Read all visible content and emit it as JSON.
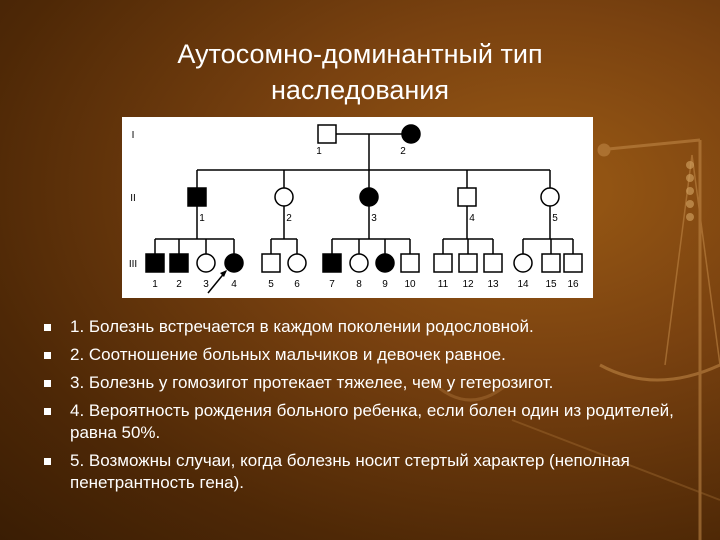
{
  "slide": {
    "title_line1": "Аутосомно-доминантный тип",
    "title_line2": "наследования"
  },
  "pedigree": {
    "generations": [
      "I",
      "II",
      "III"
    ],
    "gen1": [
      {
        "label": "1",
        "sex": "male",
        "affected": false
      },
      {
        "label": "2",
        "sex": "female",
        "affected": true
      }
    ],
    "gen2": [
      {
        "label": "1",
        "sex": "male",
        "affected": true
      },
      {
        "label": "2",
        "sex": "female",
        "affected": false
      },
      {
        "label": "3",
        "sex": "female",
        "affected": true
      },
      {
        "label": "4",
        "sex": "male",
        "affected": false
      },
      {
        "label": "5",
        "sex": "female",
        "affected": false
      }
    ],
    "gen3": [
      {
        "label": "1",
        "sex": "male",
        "affected": true
      },
      {
        "label": "2",
        "sex": "male",
        "affected": true
      },
      {
        "label": "3",
        "sex": "female",
        "affected": false
      },
      {
        "label": "4",
        "sex": "female",
        "affected": true,
        "proband": true
      },
      {
        "label": "5",
        "sex": "male",
        "affected": false
      },
      {
        "label": "6",
        "sex": "female",
        "affected": false
      },
      {
        "label": "7",
        "sex": "male",
        "affected": true
      },
      {
        "label": "8",
        "sex": "female",
        "affected": false
      },
      {
        "label": "9",
        "sex": "female",
        "affected": true
      },
      {
        "label": "10",
        "sex": "male",
        "affected": false
      },
      {
        "label": "11",
        "sex": "male",
        "affected": false
      },
      {
        "label": "12",
        "sex": "male",
        "affected": false
      },
      {
        "label": "13",
        "sex": "male",
        "affected": false
      },
      {
        "label": "14",
        "sex": "female",
        "affected": false
      },
      {
        "label": "15",
        "sex": "male",
        "affected": false
      },
      {
        "label": "16",
        "sex": "male",
        "affected": false
      }
    ]
  },
  "bullets": [
    "1. Болезнь встречается в каждом поколении родословной.",
    "2. Соотношение больных мальчиков и девочек равное.",
    "3. Болезнь у гомозигот протекает тяжелее, чем у гетерозигот.",
    "4. Вероятность рождения больного ребенка, если болен один из родителей, равна 50%.",
    "5. Возможны случаи, когда болезнь носит стертый характер (неполная пенетрантность гена)."
  ],
  "colors": {
    "background": "#7a4210",
    "text": "#ffffff",
    "affected": "#000000",
    "unaffected": "#ffffff"
  }
}
